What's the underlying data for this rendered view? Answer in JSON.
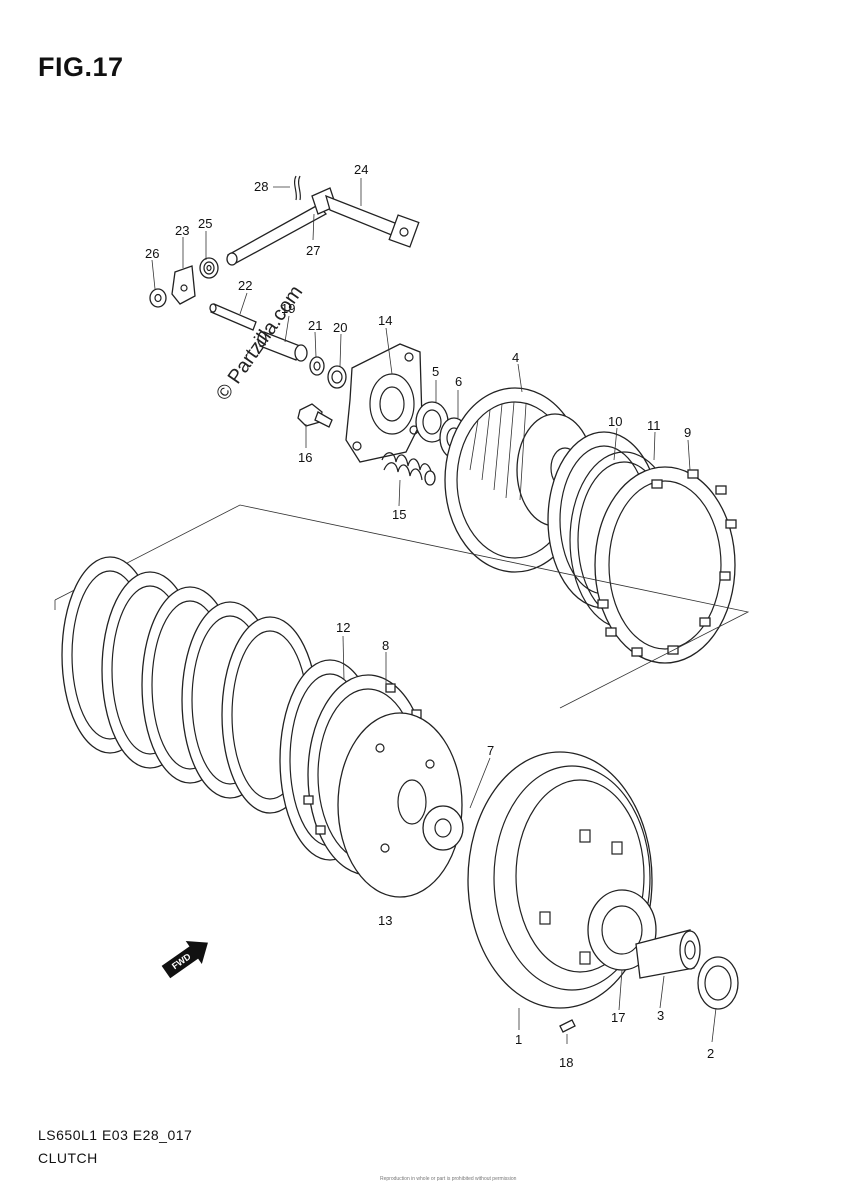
{
  "title": "FIG.17",
  "watermark": "© Partzilla.com",
  "model_code": "LS650L1 E03 E28_017",
  "section_name": "CLUTCH",
  "direction_arrow": "FWD",
  "footer_note": "Reproduction in whole or part is prohibited without permission",
  "callouts": {
    "c1": "1",
    "c2": "2",
    "c3": "3",
    "c4": "4",
    "c5": "5",
    "c6": "6",
    "c7": "7",
    "c8": "8",
    "c9": "9",
    "c10": "10",
    "c11": "11",
    "c12": "12",
    "c13": "13",
    "c14": "14",
    "c15": "15",
    "c16": "16",
    "c17": "17",
    "c18": "18",
    "c19": "19",
    "c20": "20",
    "c21": "21",
    "c22": "22",
    "c23": "23",
    "c24": "24",
    "c25": "25",
    "c26": "26",
    "c27": "27",
    "c28": "28"
  },
  "icons": {
    "direction": "fwd-arrow-icon"
  }
}
